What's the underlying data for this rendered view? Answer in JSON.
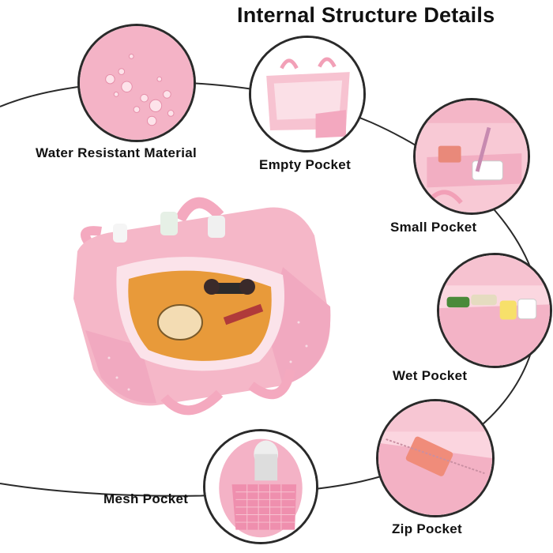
{
  "title": "Internal Structure Details",
  "features": [
    {
      "label": "Water Resistant Material",
      "icon": "water-drops-image"
    },
    {
      "label": "Empty Pocket",
      "icon": "empty-pocket-image"
    },
    {
      "label": "Small Pocket",
      "icon": "small-pocket-image"
    },
    {
      "label": "Wet Pocket",
      "icon": "wet-pocket-image"
    },
    {
      "label": "Mesh Pocket",
      "icon": "mesh-pocket-image"
    },
    {
      "label": "Zip Pocket",
      "icon": "zip-pocket-image"
    }
  ],
  "colors": {
    "bag_pink": "#f5b7c8",
    "glitter_pink": "#f1a9c0",
    "lining_orange": "#e89a3a",
    "outline": "#2a2a2a"
  }
}
